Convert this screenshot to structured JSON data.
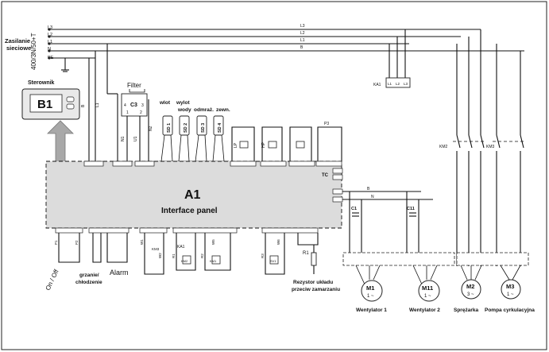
{
  "supply": {
    "title_line1": "Zasilanie",
    "title_line2": "sieciowe",
    "voltage": "400/3N/50+T",
    "phase_labels": [
      "L3",
      "L2",
      "L1",
      "N",
      "PE"
    ],
    "bus_labels": [
      "L3",
      "L2",
      "L1",
      "B"
    ]
  },
  "controller": {
    "title": "Sterownik",
    "display": "B1"
  },
  "filter": {
    "title": "Filter",
    "component": "C3",
    "pins": [
      "4",
      "3",
      "1",
      "2"
    ]
  },
  "sensors": {
    "labels": [
      {
        "line1": "wlot",
        "line2": "wody"
      },
      {
        "line1": "wylot",
        "line2": "wody"
      },
      {
        "line1": "odmraż.",
        "line2": ""
      },
      {
        "line1": "zewn.",
        "line2": ""
      }
    ],
    "ids": [
      "SD 1",
      "SD 2",
      "SD 3",
      "SD 4"
    ],
    "bottom_ids": [
      "SD1",
      "SD2",
      "SD3",
      "SD4"
    ]
  },
  "panel": {
    "title": "A1",
    "subtitle": "Interface panel",
    "tc": "TC"
  },
  "wire_labels": {
    "B": "B",
    "L1": "L1",
    "N1": "N1",
    "U": "U1",
    "N2": "N2",
    "LP": "LP",
    "HP": "HP",
    "P3": "P3",
    "KA1": "KA1",
    "KM2": "KM2",
    "KM3": "KM3"
  },
  "inputs": {
    "on_off": "On / Off",
    "heat_cool_line1": "grzanie/",
    "heat_cool_line2": "chłodzenie",
    "alarm": "Alarm"
  },
  "bottom_terminals": [
    "P1",
    "P2",
    "W1",
    "W2",
    "R1",
    "R2",
    "KA1",
    "KM3",
    "KM2",
    "KM1",
    "R3",
    "W5",
    "W6",
    "SV1"
  ],
  "heater": {
    "label": "R1",
    "caption_line1": "Rezystor układu",
    "caption_line2": "przeciw zamarzaniu"
  },
  "capacitors": [
    "C1",
    "C11"
  ],
  "motors": [
    {
      "id": "M1",
      "phase": "1 ~",
      "caption": "Wentylator 1"
    },
    {
      "id": "M11",
      "phase": "1 ~",
      "caption": "Wentylator 2"
    },
    {
      "id": "M2",
      "phase": "3 ~",
      "caption": "Sprężarka"
    },
    {
      "id": "M3",
      "phase": "1 ~",
      "caption": "Pompa cyrkulacyjna"
    }
  ],
  "relay_block": {
    "label": "KA1",
    "pins": [
      "L1",
      "L2",
      "L3"
    ]
  }
}
